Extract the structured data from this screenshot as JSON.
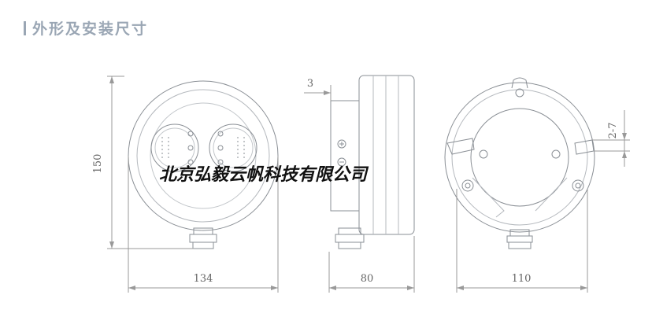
{
  "heading": "外形及安装尺寸",
  "front_view": {
    "height_dim": "150",
    "width_dim": "134"
  },
  "side_view": {
    "offset_dim": "3",
    "depth_dim": "80"
  },
  "back_view": {
    "slot_dim": "2-7",
    "width_dim": "110"
  },
  "watermark": "北京弘毅云帆科技有限公司"
}
